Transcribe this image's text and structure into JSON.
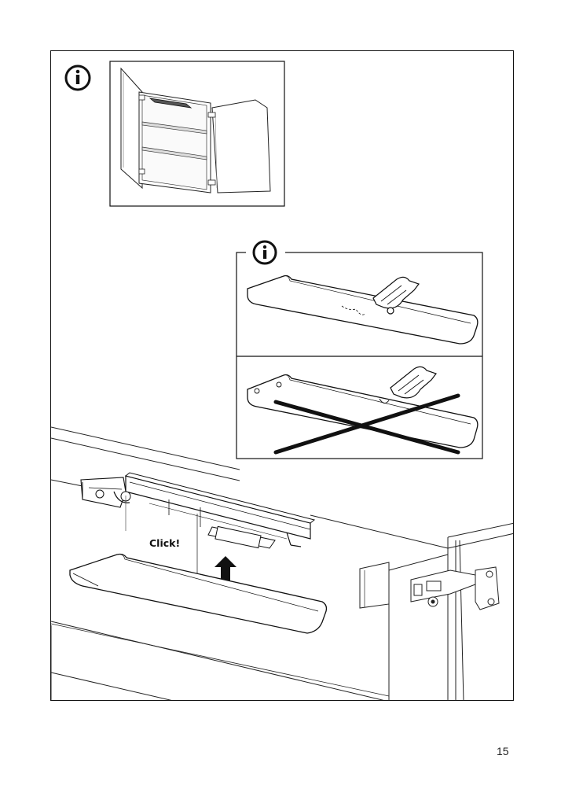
{
  "page": {
    "number": "15"
  },
  "illustration": {
    "click_label": "Click!",
    "info_icon_glyph": "i",
    "icons": [
      "info-icon",
      "info-icon",
      "up-arrow-icon",
      "cross-icon"
    ]
  }
}
